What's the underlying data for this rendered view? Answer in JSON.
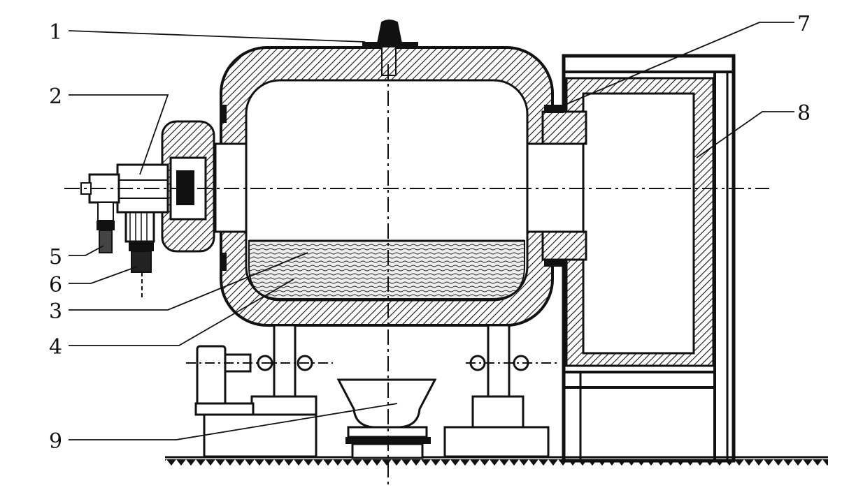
{
  "diagram": {
    "labels": [
      {
        "id": "1",
        "text": "1"
      },
      {
        "id": "2",
        "text": "2"
      },
      {
        "id": "3",
        "text": "3"
      },
      {
        "id": "4",
        "text": "4"
      },
      {
        "id": "5",
        "text": "5"
      },
      {
        "id": "6",
        "text": "6"
      },
      {
        "id": "7",
        "text": "7"
      },
      {
        "id": "8",
        "text": "8"
      },
      {
        "id": "9",
        "text": "9"
      }
    ]
  },
  "colors": {
    "ink": "#111111",
    "paper": "#ffffff",
    "charge_fill": "#e8e8e8"
  }
}
